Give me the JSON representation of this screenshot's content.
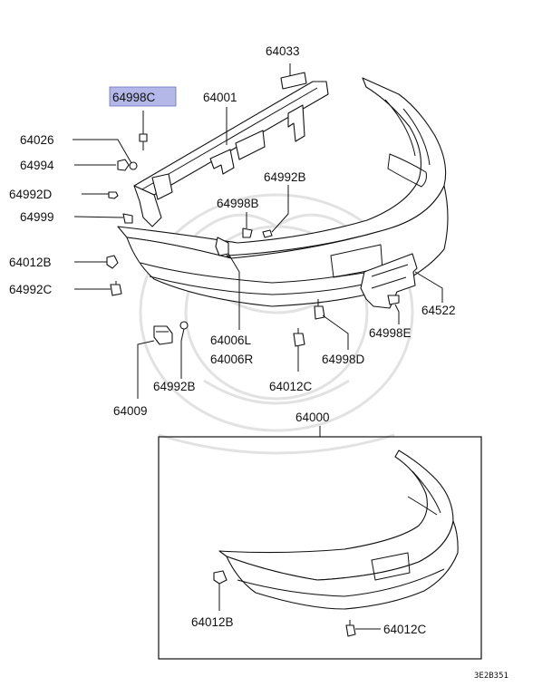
{
  "diagram": {
    "highlight_color": "#b3b8e8",
    "labels": {
      "p64033": "64033",
      "p64998c": "64998C",
      "p64001": "64001",
      "p64026": "64026",
      "p64994": "64994",
      "p64992b_top": "64992B",
      "p64992d": "64992D",
      "p64998b": "64998B",
      "p64999": "64999",
      "p64012b": "64012B",
      "p64992c": "64992C",
      "p64522": "64522",
      "p64998e": "64998E",
      "p64006l": "64006L",
      "p64006r": "64006R",
      "p64998d": "64998D",
      "p64992b_bottom": "64992B",
      "p64012c": "64012C",
      "p64009": "64009",
      "p64000": "64000",
      "p64012b_box": "64012B",
      "p64012c_box": "64012C"
    },
    "code": "3E2B351"
  }
}
